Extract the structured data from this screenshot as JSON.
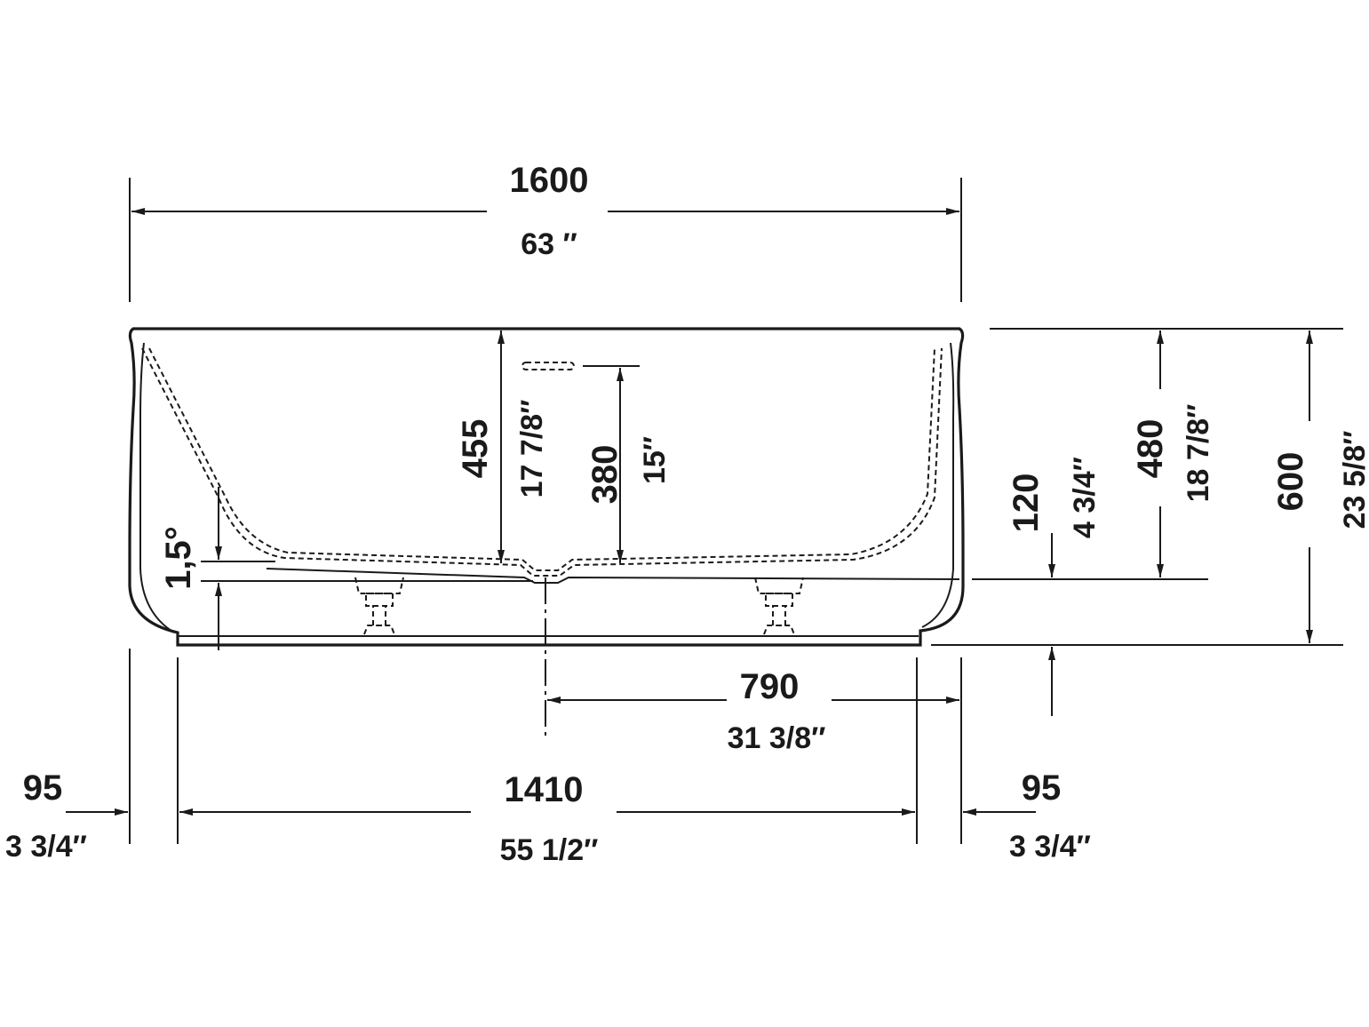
{
  "drawing": {
    "overall_length": {
      "mm": "1600",
      "inch": "63 ″"
    },
    "base_length": {
      "mm": "1410",
      "inch": "55 1/2″"
    },
    "overhang_left": {
      "mm": "95",
      "inch": "3 3/4″"
    },
    "overhang_right": {
      "mm": "95",
      "inch": "3 3/4″"
    },
    "drain_offset": {
      "mm": "790",
      "inch": "31 3/8″"
    },
    "inner_depth": {
      "mm": "455",
      "inch": "17 7/8″"
    },
    "overflow_height": {
      "mm": "380",
      "inch": "15″"
    },
    "base_height": {
      "mm": "120",
      "inch": "4 3/4″"
    },
    "rim_to_floor_line": {
      "mm": "480",
      "inch": "18 7/8″"
    },
    "total_height": {
      "mm": "600",
      "inch": "23 5/8″"
    },
    "slope": {
      "value": "1,5°"
    }
  }
}
